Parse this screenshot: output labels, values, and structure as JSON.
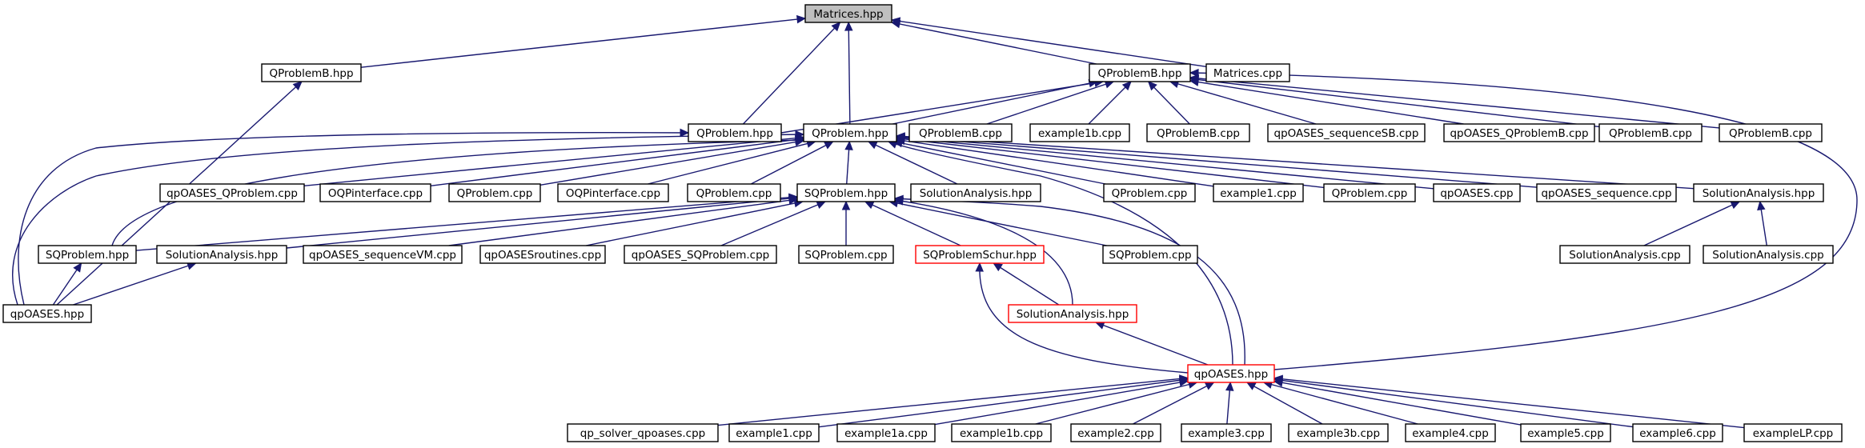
{
  "colors": {
    "edge": "#191970",
    "root_fill": "#bfbfbf",
    "highlight": "#ff0000"
  },
  "nodes": [
    {
      "id": "matrices_hpp",
      "label": "Matrices.hpp",
      "style": "root"
    },
    {
      "id": "qproblemb_hpp_left",
      "label": "QProblemB.hpp"
    },
    {
      "id": "qproblemb_hpp_mid",
      "label": "QProblemB.hpp"
    },
    {
      "id": "matrices_cpp",
      "label": "Matrices.cpp"
    },
    {
      "id": "qproblem_hpp_a",
      "label": "QProblem.hpp"
    },
    {
      "id": "qproblem_hpp_b",
      "label": "QProblem.hpp"
    },
    {
      "id": "qproblemb_cpp_1",
      "label": "QProblemB.cpp"
    },
    {
      "id": "example1b_cpp_top",
      "label": "example1b.cpp"
    },
    {
      "id": "qproblemb_cpp_2",
      "label": "QProblemB.cpp"
    },
    {
      "id": "qpoases_sequencesb_cpp",
      "label": "qpOASES_sequenceSB.cpp"
    },
    {
      "id": "qpoases_qproblemb_cpp",
      "label": "qpOASES_QProblemB.cpp"
    },
    {
      "id": "qproblemb_cpp_3",
      "label": "QProblemB.cpp"
    },
    {
      "id": "qproblemb_cpp_4",
      "label": "QProblemB.cpp"
    },
    {
      "id": "qpoases_qproblem_cpp",
      "label": "qpOASES_QProblem.cpp"
    },
    {
      "id": "oqpinterface_cpp_1",
      "label": "OQPinterface.cpp"
    },
    {
      "id": "qproblem_cpp_1",
      "label": "QProblem.cpp"
    },
    {
      "id": "oqpinterface_cpp_2",
      "label": "OQPinterface.cpp"
    },
    {
      "id": "qproblem_cpp_2",
      "label": "QProblem.cpp"
    },
    {
      "id": "sqproblem_hpp_mid",
      "label": "SQProblem.hpp"
    },
    {
      "id": "solutionanalysis_hpp_mid",
      "label": "SolutionAnalysis.hpp"
    },
    {
      "id": "qproblem_cpp_3",
      "label": "QProblem.cpp"
    },
    {
      "id": "example1_cpp_top",
      "label": "example1.cpp"
    },
    {
      "id": "qproblem_cpp_4",
      "label": "QProblem.cpp"
    },
    {
      "id": "qpoases_cpp",
      "label": "qpOASES.cpp"
    },
    {
      "id": "qpoases_sequence_cpp",
      "label": "qpOASES_sequence.cpp"
    },
    {
      "id": "solutionanalysis_hpp_right",
      "label": "SolutionAnalysis.hpp"
    },
    {
      "id": "sqproblem_hpp_left",
      "label": "SQProblem.hpp"
    },
    {
      "id": "solutionanalysis_hpp_left",
      "label": "SolutionAnalysis.hpp"
    },
    {
      "id": "qpoases_sequencevm_cpp",
      "label": "qpOASES_sequenceVM.cpp"
    },
    {
      "id": "qpoasesroutines_cpp",
      "label": "qpOASESroutines.cpp"
    },
    {
      "id": "qpoases_sqproblem_cpp",
      "label": "qpOASES_SQProblem.cpp"
    },
    {
      "id": "sqproblem_cpp_1",
      "label": "SQProblem.cpp"
    },
    {
      "id": "sqproblemschur_hpp",
      "label": "SQProblemSchur.hpp",
      "style": "red"
    },
    {
      "id": "sqproblem_cpp_2",
      "label": "SQProblem.cpp"
    },
    {
      "id": "solutionanalysis_cpp_1",
      "label": "SolutionAnalysis.cpp"
    },
    {
      "id": "solutionanalysis_cpp_2",
      "label": "SolutionAnalysis.cpp"
    },
    {
      "id": "qpoases_hpp_left",
      "label": "qpOASES.hpp"
    },
    {
      "id": "solutionanalysis_hpp_red",
      "label": "SolutionAnalysis.hpp",
      "style": "red"
    },
    {
      "id": "qpoases_hpp_main",
      "label": "qpOASES.hpp",
      "style": "red"
    },
    {
      "id": "qp_solver_qpoases_cpp",
      "label": "qp_solver_qpoases.cpp"
    },
    {
      "id": "example1_cpp",
      "label": "example1.cpp"
    },
    {
      "id": "example1a_cpp",
      "label": "example1a.cpp"
    },
    {
      "id": "example1b_cpp",
      "label": "example1b.cpp"
    },
    {
      "id": "example2_cpp",
      "label": "example2.cpp"
    },
    {
      "id": "example3_cpp",
      "label": "example3.cpp"
    },
    {
      "id": "example3b_cpp",
      "label": "example3b.cpp"
    },
    {
      "id": "example4_cpp",
      "label": "example4.cpp"
    },
    {
      "id": "example5_cpp",
      "label": "example5.cpp"
    },
    {
      "id": "example6_cpp",
      "label": "example6.cpp"
    },
    {
      "id": "examplelp_cpp",
      "label": "exampleLP.cpp"
    }
  ],
  "edges": [
    {
      "from": "qproblemb_hpp_left",
      "to": "matrices_hpp"
    },
    {
      "from": "qproblemb_hpp_mid",
      "to": "matrices_hpp"
    },
    {
      "from": "matrices_cpp",
      "to": "matrices_hpp"
    },
    {
      "from": "qproblem_hpp_a",
      "to": "matrices_hpp"
    },
    {
      "from": "qproblem_hpp_b",
      "to": "matrices_hpp"
    },
    {
      "from": "qpoases_hpp_left",
      "to": "qproblemb_hpp_left"
    },
    {
      "from": "qproblem_hpp_a",
      "to": "qproblemb_hpp_mid"
    },
    {
      "from": "qproblem_hpp_b",
      "to": "qproblemb_hpp_mid"
    },
    {
      "from": "qproblemb_cpp_1",
      "to": "qproblemb_hpp_mid"
    },
    {
      "from": "example1b_cpp_top",
      "to": "qproblemb_hpp_mid"
    },
    {
      "from": "qproblemb_cpp_2",
      "to": "qproblemb_hpp_mid"
    },
    {
      "from": "qpoases_sequencesb_cpp",
      "to": "qproblemb_hpp_mid"
    },
    {
      "from": "qpoases_qproblemb_cpp",
      "to": "qproblemb_hpp_mid"
    },
    {
      "from": "qproblemb_cpp_3",
      "to": "qproblemb_hpp_mid"
    },
    {
      "from": "qproblemb_cpp_4",
      "to": "qproblemb_hpp_mid"
    },
    {
      "from": "qpoases_hpp_main",
      "to": "qproblemb_hpp_mid"
    },
    {
      "from": "qpoases_hpp_left",
      "to": "qproblem_hpp_a"
    },
    {
      "from": "qpoases_hpp_left",
      "to": "qproblem_hpp_b"
    },
    {
      "from": "sqproblem_hpp_left",
      "to": "qproblem_hpp_b"
    },
    {
      "from": "qpoases_qproblem_cpp",
      "to": "qproblem_hpp_b"
    },
    {
      "from": "oqpinterface_cpp_1",
      "to": "qproblem_hpp_b"
    },
    {
      "from": "qproblem_cpp_1",
      "to": "qproblem_hpp_b"
    },
    {
      "from": "oqpinterface_cpp_2",
      "to": "qproblem_hpp_b"
    },
    {
      "from": "qproblem_cpp_2",
      "to": "qproblem_hpp_b"
    },
    {
      "from": "sqproblem_hpp_mid",
      "to": "qproblem_hpp_b"
    },
    {
      "from": "solutionanalysis_hpp_mid",
      "to": "qproblem_hpp_b"
    },
    {
      "from": "qproblem_cpp_3",
      "to": "qproblem_hpp_b"
    },
    {
      "from": "example1_cpp_top",
      "to": "qproblem_hpp_b"
    },
    {
      "from": "qproblem_cpp_4",
      "to": "qproblem_hpp_b"
    },
    {
      "from": "qpoases_cpp",
      "to": "qproblem_hpp_b"
    },
    {
      "from": "qpoases_sequence_cpp",
      "to": "qproblem_hpp_b"
    },
    {
      "from": "solutionanalysis_hpp_right",
      "to": "qproblem_hpp_b"
    },
    {
      "from": "qpoases_hpp_main",
      "to": "qproblem_hpp_b"
    },
    {
      "from": "solutionanalysis_cpp_1",
      "to": "solutionanalysis_hpp_right"
    },
    {
      "from": "solutionanalysis_cpp_2",
      "to": "solutionanalysis_hpp_right"
    },
    {
      "from": "qpoases_hpp_left",
      "to": "sqproblem_hpp_left"
    },
    {
      "from": "sqproblem_hpp_left",
      "to": "sqproblem_hpp_mid"
    },
    {
      "from": "solutionanalysis_hpp_left",
      "to": "sqproblem_hpp_mid"
    },
    {
      "from": "qpoases_sequencevm_cpp",
      "to": "sqproblem_hpp_mid"
    },
    {
      "from": "qpoasesroutines_cpp",
      "to": "sqproblem_hpp_mid"
    },
    {
      "from": "qpoases_sqproblem_cpp",
      "to": "sqproblem_hpp_mid"
    },
    {
      "from": "sqproblem_cpp_1",
      "to": "sqproblem_hpp_mid"
    },
    {
      "from": "sqproblemschur_hpp",
      "to": "sqproblem_hpp_mid"
    },
    {
      "from": "sqproblem_cpp_2",
      "to": "sqproblem_hpp_mid"
    },
    {
      "from": "solutionanalysis_hpp_red",
      "to": "sqproblem_hpp_mid"
    },
    {
      "from": "qpoases_hpp_main",
      "to": "sqproblem_hpp_mid"
    },
    {
      "from": "qpoases_hpp_left",
      "to": "solutionanalysis_hpp_left"
    },
    {
      "from": "solutionanalysis_hpp_red",
      "to": "sqproblemschur_hpp"
    },
    {
      "from": "qpoases_hpp_main",
      "to": "sqproblemschur_hpp"
    },
    {
      "from": "qpoases_hpp_main",
      "to": "solutionanalysis_hpp_red"
    },
    {
      "from": "qp_solver_qpoases_cpp",
      "to": "qpoases_hpp_main"
    },
    {
      "from": "example1_cpp",
      "to": "qpoases_hpp_main"
    },
    {
      "from": "example1a_cpp",
      "to": "qpoases_hpp_main"
    },
    {
      "from": "example1b_cpp",
      "to": "qpoases_hpp_main"
    },
    {
      "from": "example2_cpp",
      "to": "qpoases_hpp_main"
    },
    {
      "from": "example3_cpp",
      "to": "qpoases_hpp_main"
    },
    {
      "from": "example3b_cpp",
      "to": "qpoases_hpp_main"
    },
    {
      "from": "example4_cpp",
      "to": "qpoases_hpp_main"
    },
    {
      "from": "example5_cpp",
      "to": "qpoases_hpp_main"
    },
    {
      "from": "example6_cpp",
      "to": "qpoases_hpp_main"
    },
    {
      "from": "examplelp_cpp",
      "to": "qpoases_hpp_main"
    }
  ]
}
